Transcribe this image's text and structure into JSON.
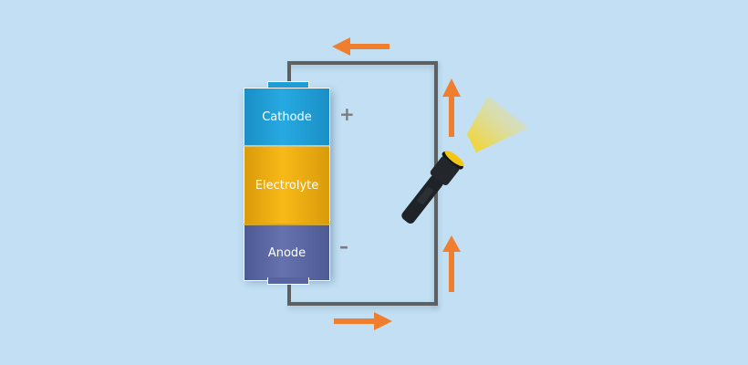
{
  "diagram": {
    "title": "",
    "battery": {
      "layers": [
        {
          "label": "Cathode",
          "color": "#27a9e1"
        },
        {
          "label": "Electrolyte",
          "color": "#f8b918"
        },
        {
          "label": "Anode",
          "color": "#6672ad"
        }
      ],
      "terminals": {
        "positive": "+",
        "negative": "–"
      }
    },
    "circuit": {
      "wire_color": "#5e5f61",
      "load": "flashlight"
    },
    "arrows": {
      "color": "#ef7f2f",
      "directions": [
        "left (top)",
        "up (right upper)",
        "up (right lower)",
        "right (bottom)"
      ]
    },
    "background": "#c2dff3"
  }
}
